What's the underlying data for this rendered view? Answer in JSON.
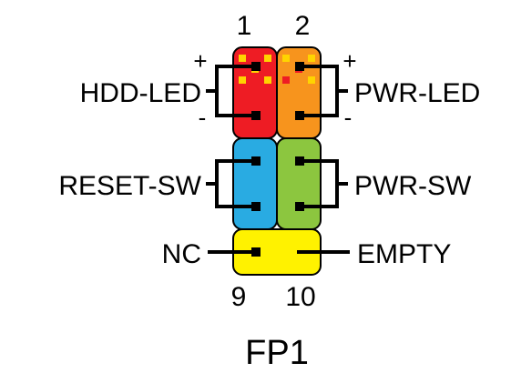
{
  "header": {
    "name": "FP1",
    "pin_top_left": "1",
    "pin_top_right": "2",
    "pin_bottom_left": "9",
    "pin_bottom_right": "10"
  },
  "left_labels": {
    "hdd_led": "HDD-LED",
    "reset_sw": "RESET-SW",
    "nc": "NC"
  },
  "right_labels": {
    "pwr_led": "PWR-LED",
    "pwr_sw": "PWR-SW",
    "empty": "EMPTY"
  },
  "polarity": {
    "plus": "+",
    "minus": "-"
  },
  "colors": {
    "hdd_red": "#ee1c24",
    "hdd_top_yellow": "#ffd400",
    "pwr_orange": "#f7941d",
    "reset_blue": "#29abe2",
    "pwr_sw_green": "#8cc63f",
    "nc_yellow": "#fff200",
    "outline": "#000000",
    "pin": "#000000"
  }
}
